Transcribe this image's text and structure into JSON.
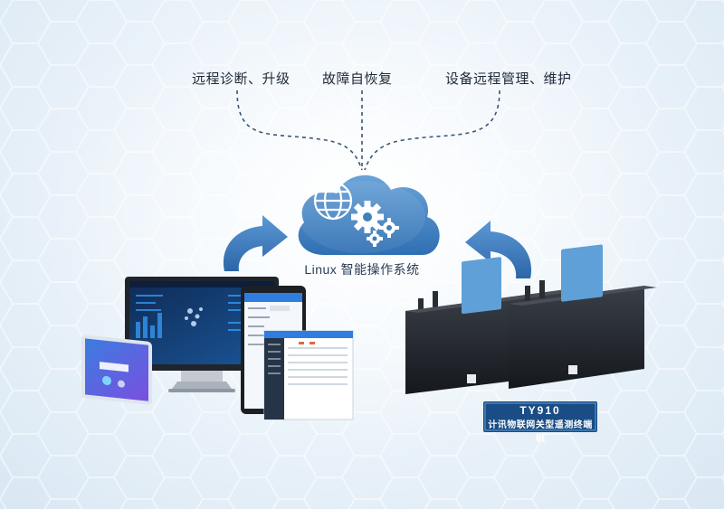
{
  "features": [
    {
      "label": "远程诊断、升级"
    },
    {
      "label": "故障自恢复"
    },
    {
      "label": "设备远程管理、维护"
    }
  ],
  "cloud": {
    "label": "Linux 智能操作系统"
  },
  "device": {
    "model": "TY910",
    "name": "计讯物联网关型遥测终端机"
  },
  "colors": {
    "accent": "#2f6fb3",
    "cloud": "#4a8ac6",
    "badge": "#1a4d86",
    "dash": "#3b5578"
  },
  "icons": [
    "globe-icon",
    "gear-icon",
    "gear-icon",
    "gear-icon",
    "arrow-curve-icon",
    "arrow-curve-icon"
  ]
}
